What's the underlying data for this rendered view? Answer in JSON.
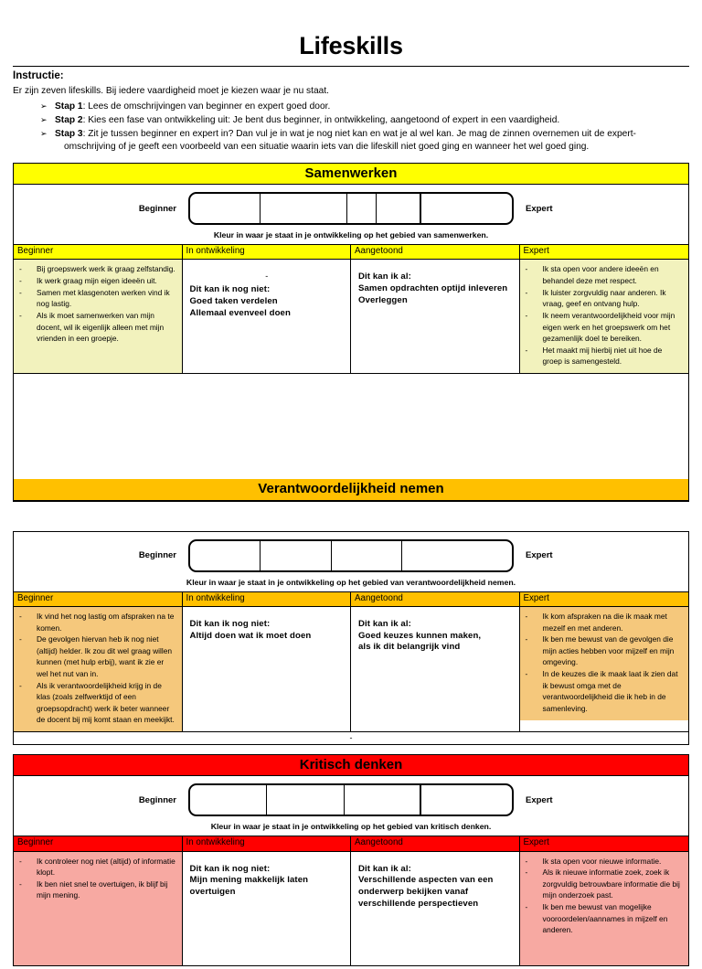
{
  "document": {
    "title": "Lifeskills"
  },
  "instruction": {
    "heading": "Instructie:",
    "intro": "Er zijn zeven lifeskills. Bij iedere vaardigheid moet je kiezen waar je nu staat.",
    "bullet_glyph": "➢",
    "steps": [
      {
        "label": "Stap 1",
        "text": ": Lees de omschrijvingen van beginner en expert goed door.",
        "cont": ""
      },
      {
        "label": "Stap 2",
        "text": ": Kies een fase van ontwikkeling uit: Je bent dus beginner, in ontwikkeling, aangetoond of expert in een vaardigheid.",
        "cont": ""
      },
      {
        "label": "Stap 3",
        "text": ": Zit je tussen beginner en expert in? Dan vul je in wat je nog niet kan en wat je al wel kan. Je mag de zinnen overnemen uit de expert-",
        "cont": "omschrijving of je geeft een voorbeeld van een situatie waarin iets van die lifeskill niet goed ging en wanneer het wel goed ging."
      }
    ]
  },
  "colors": {
    "yellow_band": "#FFFF00",
    "yellow_tint": "#F2F2BD",
    "orange_band": "#FFC000",
    "orange_tint": "#F5C87C",
    "red_band": "#FF0000",
    "red_tint": "#F7A9A2",
    "border": "#000000",
    "page_background": "#FFFFFF"
  },
  "slider_labels": {
    "left": "Beginner",
    "right": "Expert"
  },
  "column_headers": {
    "beginner": "Beginner",
    "in_ontwikkeling": "In ontwikkeling",
    "aangetoond": "Aangetoond",
    "expert": "Expert"
  },
  "sections": [
    {
      "id": "samenwerken",
      "title": "Samenwerken",
      "theme": "yellow",
      "slider_caption": "Kleur in waar je staat in je ontwikkeling op het gebied van samenwerken.",
      "slider_segments": [
        22,
        27,
        9,
        14,
        28
      ],
      "slider_thick_divider_after": 3,
      "beginner_items": [
        "Bij groepswerk werk ik graag zelfstandig.",
        "Ik werk graag mijn eigen ideeën uit.",
        "Samen met klasgenoten werken vind ik nog lastig.",
        "Als ik moet samenwerken van mijn docent, wil ik eigenlijk alleen met mijn vrienden in een groepje."
      ],
      "in_ontwikkeling_prefix": "-",
      "in_ontwikkeling_title": "Dit kan ik nog niet:",
      "in_ontwikkeling_lines": [
        "Goed taken verdelen",
        "Allemaal evenveel doen"
      ],
      "aangetoond_title": "Dit kan ik al:",
      "aangetoond_lines": [
        "Samen opdrachten optijd inleveren",
        "Overleggen"
      ],
      "expert_items": [
        "Ik sta open voor andere ideeën en behandel deze met respect.",
        "Ik luister zorgvuldig naar anderen. Ik vraag, geef en ontvang hulp.",
        "Ik neem verantwoordelijkheid voor mijn eigen werk en het groepswerk om het gezamenlijk doel te bereiken.",
        "Het maakt mij hierbij niet uit hoe de groep is samengesteld."
      ],
      "has_blank_row": true,
      "trailing_dash": ""
    },
    {
      "id": "verantwoordelijkheid-nemen",
      "title": "Verantwoordelijkheid nemen",
      "theme": "orange",
      "slider_caption": "Kleur in waar je staat in je ontwikkeling op het gebied van verantwoordelijkheid nemen.",
      "slider_segments": [
        22,
        22,
        22,
        34
      ],
      "slider_thick_divider_after": -1,
      "beginner_items": [
        "Ik vind het nog lastig om afspraken na te komen.",
        "De gevolgen hiervan heb ik nog niet (altijd) helder. Ik zou dit wel graag willen kunnen (met hulp erbij), want ik zie er wel het nut van in.",
        "Als ik verantwoordelijkheid krijg in de klas (zoals zelfwerktijd of een groepsopdracht) werk ik beter wanneer de docent bij mij komt staan en meekijkt."
      ],
      "in_ontwikkeling_prefix": "",
      "in_ontwikkeling_title": "Dit kan ik nog niet:",
      "in_ontwikkeling_lines": [
        "Altijd doen wat ik moet doen"
      ],
      "aangetoond_title": "Dit kan ik al:",
      "aangetoond_lines": [
        "Goed keuzes kunnen maken,",
        "als ik dit belangrijk vind"
      ],
      "expert_items": [
        "Ik kom afspraken na die ik maak met mezelf en met anderen.",
        "Ik ben me bewust van de gevolgen die mijn acties hebben voor mijzelf en mijn omgeving.",
        "In de keuzes die ik maak laat ik zien dat ik bewust omga met de verantwoordelijkheid die ik heb in de samenleving."
      ],
      "has_blank_row": false,
      "trailing_dash": "-"
    },
    {
      "id": "kritisch-denken",
      "title": "Kritisch denken",
      "theme": "red",
      "slider_caption": "Kleur in waar je staat in je ontwikkeling op het gebied van kritisch denken.",
      "slider_segments": [
        24,
        24,
        24,
        28
      ],
      "slider_thick_divider_after": 2,
      "beginner_items": [
        "Ik controleer nog niet (altijd) of informatie klopt.",
        "Ik ben niet snel te overtuigen, ik blijf bij mijn mening."
      ],
      "in_ontwikkeling_prefix": "",
      "in_ontwikkeling_title": "Dit kan ik nog niet:",
      "in_ontwikkeling_lines": [
        "Mijn mening makkelijk laten overtuigen"
      ],
      "aangetoond_title": "Dit kan ik al:",
      "aangetoond_lines": [
        "Verschillende aspecten van een onderwerp bekijken vanaf verschillende perspectieven"
      ],
      "expert_items": [
        "Ik sta open voor nieuwe informatie.",
        "Als ik nieuwe informatie zoek, zoek ik zorgvuldig betrouwbare informatie die bij mijn onderzoek past.",
        "Ik ben me bewust van mogelijke vooroordelen/aannames in mijzelf en anderen."
      ],
      "has_blank_row": false,
      "trailing_dash": ""
    }
  ]
}
